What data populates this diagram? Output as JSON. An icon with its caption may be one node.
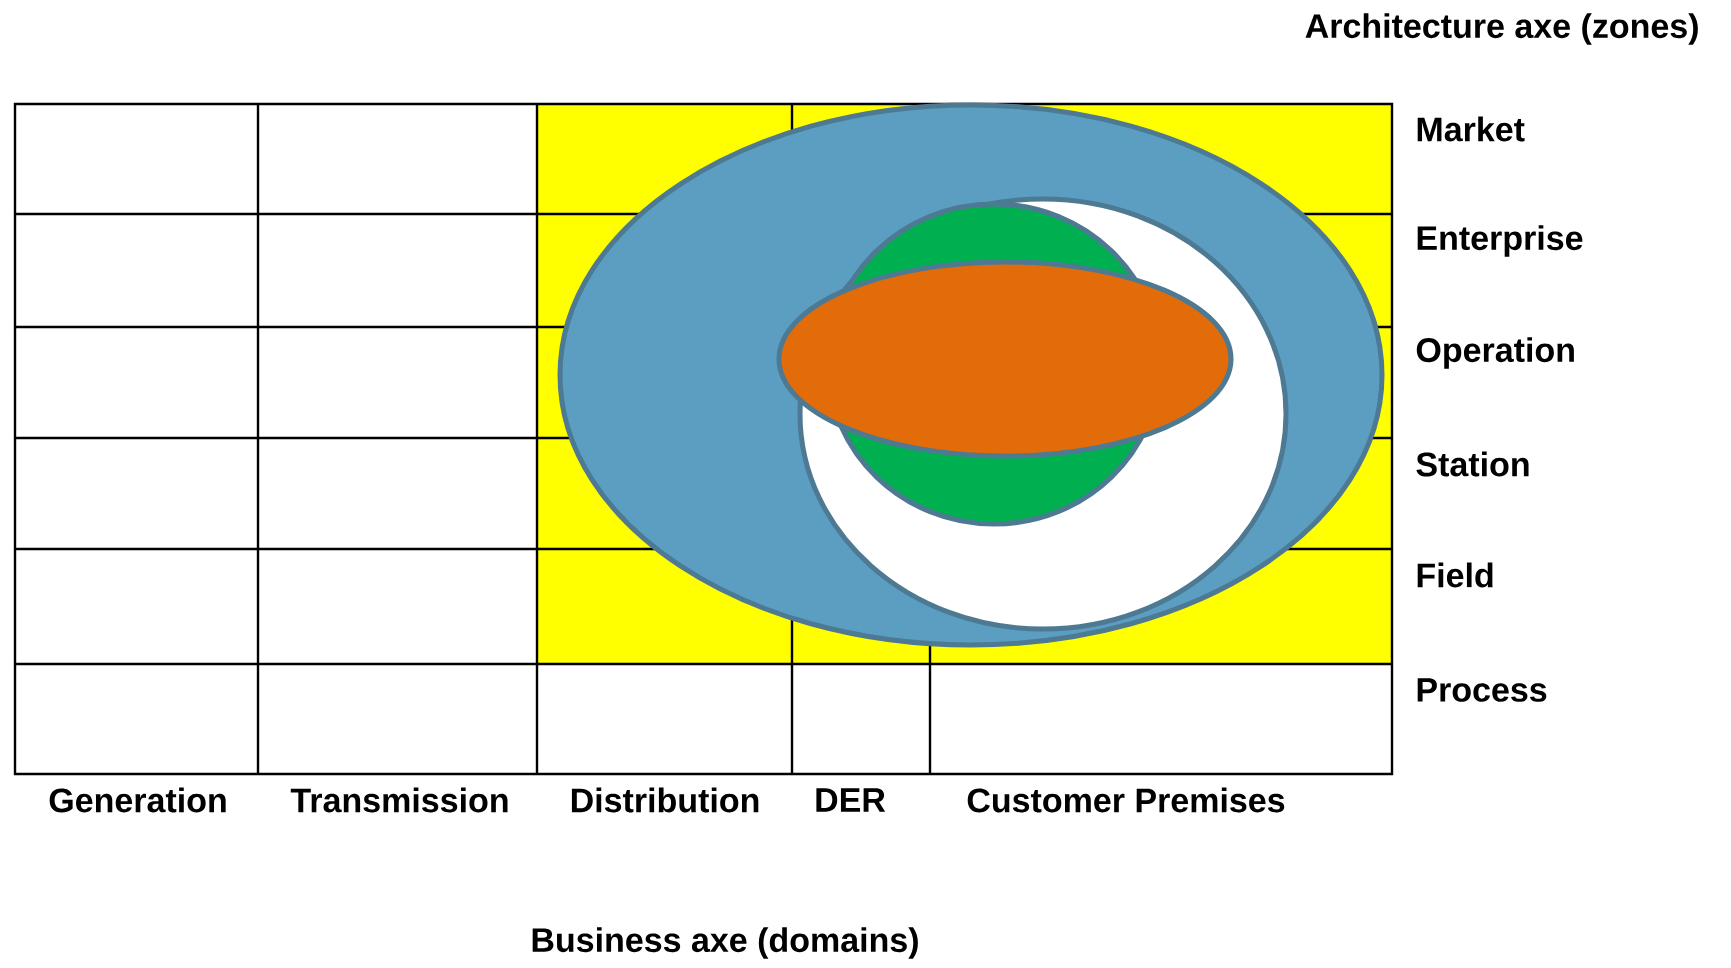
{
  "diagram": {
    "labels": [
      "Architecture axe (zones)",
      "Market",
      "Enterprise",
      "Operation",
      "Station",
      "Field",
      "Process",
      "Generation",
      "Transmission",
      "Distribution",
      "DER",
      "Customer Premises",
      "Business axe (domains)"
    ]
  }
}
